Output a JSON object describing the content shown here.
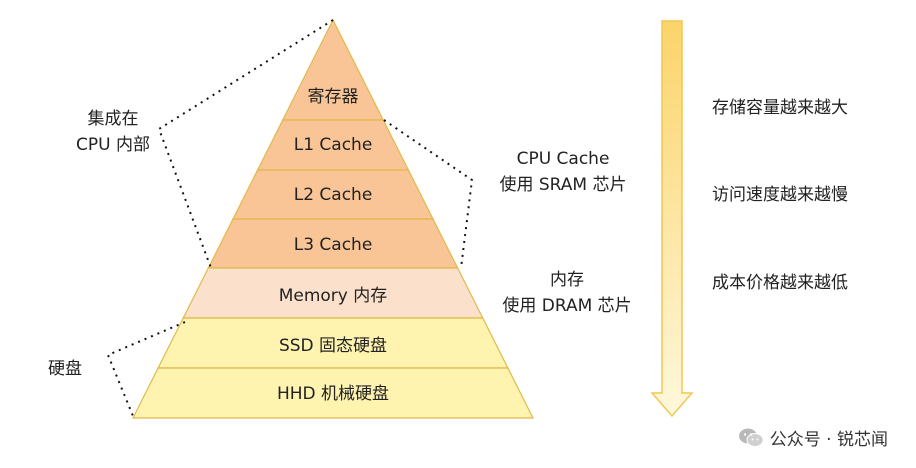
{
  "pyramid": {
    "levels": [
      {
        "label": "寄存器",
        "fill": "#f9c597"
      },
      {
        "label": "L1 Cache",
        "fill": "#f9c597"
      },
      {
        "label": "L2 Cache",
        "fill": "#f9c597"
      },
      {
        "label": "L3 Cache",
        "fill": "#f9c597"
      },
      {
        "label": "Memory 内存",
        "fill": "#fbe0cc"
      },
      {
        "label": "SSD 固态硬盘",
        "fill": "#fff3b0"
      },
      {
        "label": "HHD 机械硬盘",
        "fill": "#fff3b0"
      }
    ],
    "stroke": "#e0b94a"
  },
  "side_labels": {
    "cpu_internal": [
      "集成在",
      "CPU 内部"
    ],
    "cpu_cache": [
      "CPU Cache",
      "使用 SRAM 芯片"
    ],
    "memory": [
      "内存",
      "使用 DRAM 芯片"
    ],
    "disk": "硬盘"
  },
  "arrow": {
    "color_top": "#fbd46a",
    "color_bottom": "#fff8dc",
    "labels": [
      "存储容量越来越大",
      "访问速度越来越慢",
      "成本价格越来越低"
    ]
  },
  "watermark": {
    "icon": "wechat-icon",
    "text": "公众号 · 锐芯闻"
  }
}
